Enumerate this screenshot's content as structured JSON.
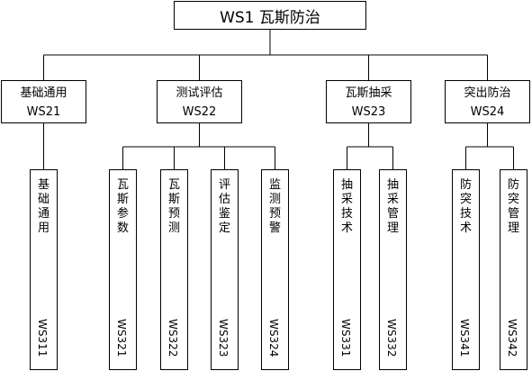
{
  "root": {
    "title": "WS1 瓦斯防治"
  },
  "groups": [
    {
      "title": "基础通用",
      "code": "WS21",
      "leaves": [
        {
          "title": "基础通用",
          "code": "WS311"
        }
      ]
    },
    {
      "title": "测试评估",
      "code": "WS22",
      "leaves": [
        {
          "title": "瓦斯参数",
          "code": "WS321"
        },
        {
          "title": "瓦斯预测",
          "code": "WS322"
        },
        {
          "title": "评估鉴定",
          "code": "WS323"
        },
        {
          "title": "监测预警",
          "code": "WS324"
        }
      ]
    },
    {
      "title": "瓦斯抽采",
      "code": "WS23",
      "leaves": [
        {
          "title": "抽采技术",
          "code": "WS331"
        },
        {
          "title": "抽采管理",
          "code": "WS332"
        }
      ]
    },
    {
      "title": "突出防治",
      "code": "WS24",
      "leaves": [
        {
          "title": "防突技术",
          "code": "WS341"
        },
        {
          "title": "防突管理",
          "code": "WS342"
        }
      ]
    }
  ]
}
